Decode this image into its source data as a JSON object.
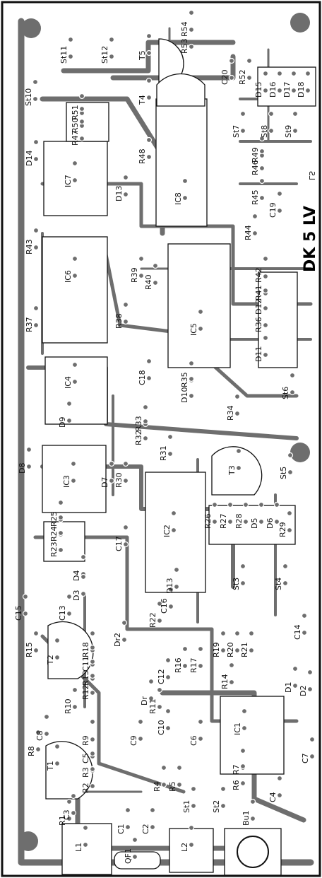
{
  "board": {
    "title": "DK 5 LV",
    "mirror_mark": "LS",
    "colors": {
      "copper": "#6e6e6e",
      "silk": "#111111",
      "background": "#ffffff"
    }
  },
  "parts": [
    {
      "id": "p01",
      "label": "R54"
    },
    {
      "id": "p02",
      "label": "R53"
    },
    {
      "id": "p03",
      "label": "T5"
    },
    {
      "id": "p04",
      "label": "C20"
    },
    {
      "id": "p05",
      "label": "R52"
    },
    {
      "id": "p06",
      "label": "D15"
    },
    {
      "id": "p07",
      "label": "D16"
    },
    {
      "id": "p08",
      "label": "D17"
    },
    {
      "id": "p09",
      "label": "D18"
    },
    {
      "id": "p10",
      "label": "St11"
    },
    {
      "id": "p11",
      "label": "St12"
    },
    {
      "id": "p12",
      "label": "St10"
    },
    {
      "id": "p13",
      "label": "T4"
    },
    {
      "id": "p14",
      "label": "R51"
    },
    {
      "id": "p15",
      "label": "R50"
    },
    {
      "id": "p16",
      "label": "R47"
    },
    {
      "id": "p17",
      "label": "St7"
    },
    {
      "id": "p18",
      "label": "St8"
    },
    {
      "id": "p19",
      "label": "St9"
    },
    {
      "id": "p20",
      "label": "D14"
    },
    {
      "id": "p21",
      "label": "R48"
    },
    {
      "id": "p22",
      "label": "R49"
    },
    {
      "id": "p23",
      "label": "R46"
    },
    {
      "id": "p24",
      "label": "IC7"
    },
    {
      "id": "p25",
      "label": "D13"
    },
    {
      "id": "p26",
      "label": "IC8"
    },
    {
      "id": "p27",
      "label": "R45"
    },
    {
      "id": "p28",
      "label": "C19"
    },
    {
      "id": "p29",
      "label": "R43"
    },
    {
      "id": "p30",
      "label": "R44"
    },
    {
      "id": "p31",
      "label": "IC6"
    },
    {
      "id": "p32",
      "label": "R42"
    },
    {
      "id": "p33",
      "label": "R39"
    },
    {
      "id": "p34",
      "label": "R40"
    },
    {
      "id": "p35",
      "label": "R41"
    },
    {
      "id": "p36",
      "label": "D12"
    },
    {
      "id": "p37",
      "label": "R37"
    },
    {
      "id": "p38",
      "label": "R38"
    },
    {
      "id": "p39",
      "label": "R36"
    },
    {
      "id": "p40",
      "label": "IC5"
    },
    {
      "id": "p41",
      "label": "D11"
    },
    {
      "id": "p42",
      "label": "IC4"
    },
    {
      "id": "p43",
      "label": "C18"
    },
    {
      "id": "p44",
      "label": "R35"
    },
    {
      "id": "p45",
      "label": "D10"
    },
    {
      "id": "p46",
      "label": "St6"
    },
    {
      "id": "p47",
      "label": "D9"
    },
    {
      "id": "p48",
      "label": "R34"
    },
    {
      "id": "p49",
      "label": "R33"
    },
    {
      "id": "p50",
      "label": "R32"
    },
    {
      "id": "p51",
      "label": "R31"
    },
    {
      "id": "p52",
      "label": "St5"
    },
    {
      "id": "p53",
      "label": "D8"
    },
    {
      "id": "p54",
      "label": "T3"
    },
    {
      "id": "p55",
      "label": "D7"
    },
    {
      "id": "p56",
      "label": "R30"
    },
    {
      "id": "p57",
      "label": "IC3"
    },
    {
      "id": "p58",
      "label": "R26"
    },
    {
      "id": "p59",
      "label": "R27"
    },
    {
      "id": "p60",
      "label": "R28"
    },
    {
      "id": "p61",
      "label": "D5"
    },
    {
      "id": "p62",
      "label": "D6"
    },
    {
      "id": "p63",
      "label": "R29"
    },
    {
      "id": "p64",
      "label": "R25"
    },
    {
      "id": "p65",
      "label": "R24"
    },
    {
      "id": "p66",
      "label": "R23"
    },
    {
      "id": "p67",
      "label": "C17"
    },
    {
      "id": "p68",
      "label": "IC2"
    },
    {
      "id": "p69",
      "label": "St3"
    },
    {
      "id": "p70",
      "label": "St4"
    },
    {
      "id": "p71",
      "label": "D4"
    },
    {
      "id": "p72",
      "label": "D3"
    },
    {
      "id": "p73",
      "label": "D13"
    },
    {
      "id": "p74",
      "label": "C15"
    },
    {
      "id": "p75",
      "label": "C16"
    },
    {
      "id": "p76",
      "label": "C13"
    },
    {
      "id": "p77",
      "label": "R22"
    },
    {
      "id": "p78",
      "label": "Dr2"
    },
    {
      "id": "p79",
      "label": "R19"
    },
    {
      "id": "p80",
      "label": "R20"
    },
    {
      "id": "p81",
      "label": "R21"
    },
    {
      "id": "p82",
      "label": "C14"
    },
    {
      "id": "p83",
      "label": "R18"
    },
    {
      "id": "p84",
      "label": "R15"
    },
    {
      "id": "p85",
      "label": "T2"
    },
    {
      "id": "p86",
      "label": "C11"
    },
    {
      "id": "p87",
      "label": "R16"
    },
    {
      "id": "p88",
      "label": "R17"
    },
    {
      "id": "p89",
      "label": "R13"
    },
    {
      "id": "p90",
      "label": "C12"
    },
    {
      "id": "p91",
      "label": "R12"
    },
    {
      "id": "p92",
      "label": "R14"
    },
    {
      "id": "p93",
      "label": "Dr"
    },
    {
      "id": "p94",
      "label": "D1"
    },
    {
      "id": "p95",
      "label": "D2"
    },
    {
      "id": "p96",
      "label": "R10"
    },
    {
      "id": "p97",
      "label": "C8"
    },
    {
      "id": "p98",
      "label": "R11"
    },
    {
      "id": "p99",
      "label": "C10"
    },
    {
      "id": "p100",
      "label": "IC1"
    },
    {
      "id": "p101",
      "label": "R8"
    },
    {
      "id": "p102",
      "label": "R9"
    },
    {
      "id": "p103",
      "label": "C9"
    },
    {
      "id": "p104",
      "label": "C6"
    },
    {
      "id": "p105",
      "label": "T1"
    },
    {
      "id": "p106",
      "label": "C5"
    },
    {
      "id": "p107",
      "label": "R3"
    },
    {
      "id": "p108",
      "label": "R7"
    },
    {
      "id": "p109",
      "label": "C7"
    },
    {
      "id": "p110",
      "label": "R4"
    },
    {
      "id": "p111",
      "label": "R5"
    },
    {
      "id": "p112",
      "label": "R6"
    },
    {
      "id": "p113",
      "label": "R2"
    },
    {
      "id": "p114",
      "label": "C3"
    },
    {
      "id": "p115",
      "label": "St1"
    },
    {
      "id": "p116",
      "label": "St2"
    },
    {
      "id": "p117",
      "label": "C4"
    },
    {
      "id": "p118",
      "label": "R1"
    },
    {
      "id": "p119",
      "label": "Bu1"
    },
    {
      "id": "p120",
      "label": "C1"
    },
    {
      "id": "p121",
      "label": "C2"
    },
    {
      "id": "p122",
      "label": "L1"
    },
    {
      "id": "p123",
      "label": "L2"
    },
    {
      "id": "p124",
      "label": "QF1"
    }
  ]
}
